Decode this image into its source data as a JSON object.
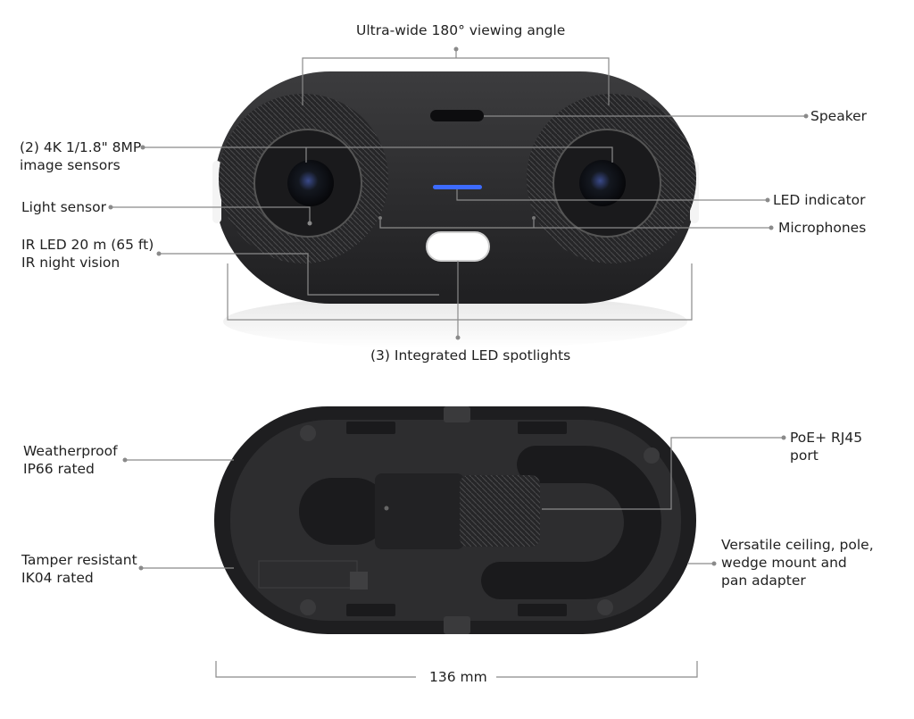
{
  "colors": {
    "body_dark": "#2b2b2d",
    "body_mid": "#3a3a3c",
    "leader": "#8a8a8a",
    "led_blue": "#3d6bff",
    "spotlight": "#ffffff"
  },
  "front_view": {
    "angle": "Ultra-wide 180° viewing angle",
    "sensors": [
      "(2) 4K 1/1.8\" 8MP",
      "image sensors"
    ],
    "light_sensor": "Light sensor",
    "ir": [
      "IR LED 20 m (65 ft)",
      "IR night vision"
    ],
    "speaker": "Speaker",
    "led_indicator": "LED indicator",
    "microphones": "Microphones",
    "spotlights": "(3) Integrated LED spotlights"
  },
  "rear_view": {
    "weatherproof": [
      "Weatherproof",
      "IP66 rated"
    ],
    "tamper": [
      "Tamper resistant",
      "IK04 rated"
    ],
    "poe": [
      "PoE+ RJ45",
      "port"
    ],
    "mount": [
      "Versatile ceiling, pole,",
      "wedge mount and",
      "pan adapter"
    ],
    "width": "136 mm"
  }
}
